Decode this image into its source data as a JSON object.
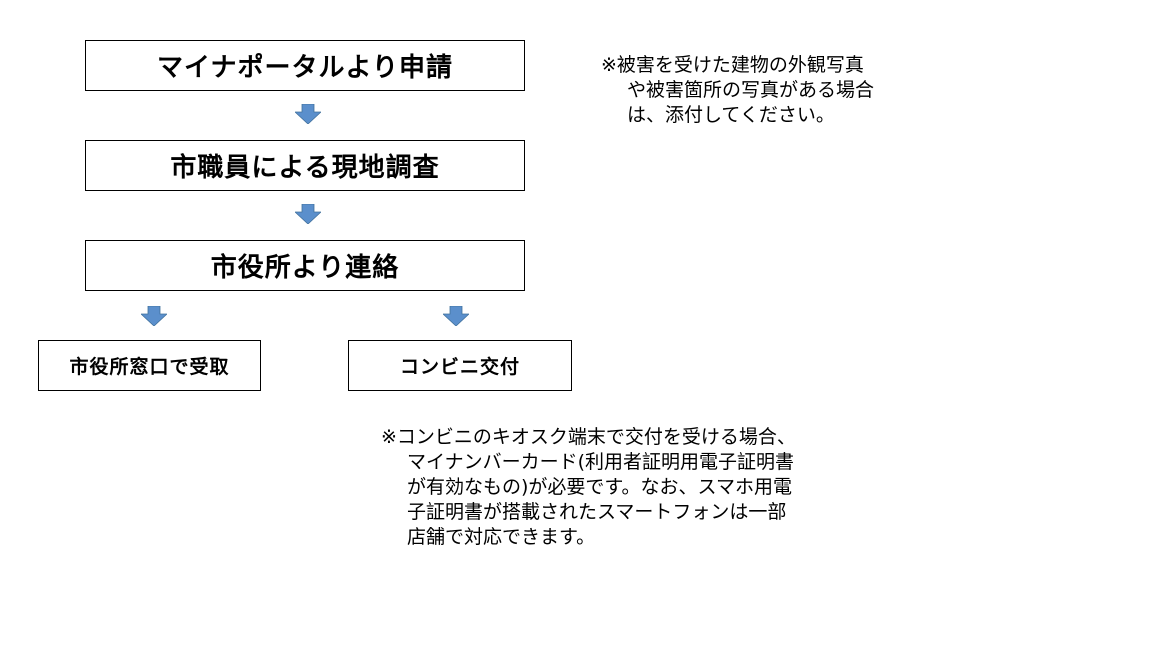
{
  "flow": {
    "step1": "マイナポータルより申請",
    "step2": "市職員による現地調査",
    "step3": "市役所より連絡",
    "branch_left": "市役所窓口で受取",
    "branch_right": "コンビニ交付"
  },
  "notes": {
    "photo_note": [
      "※被害を受けた建物の外観写真",
      "や被害箇所の写真がある場合",
      "は、添付してください。"
    ],
    "convenience_note": [
      "※コンビニのキオスク端末で交付を受ける場合、",
      "マイナンバーカード(利用者証明用電子証明書",
      "が有効なもの)が必要です。なお、スマホ用電",
      "子証明書が搭載されたスマートフォンは一部",
      "店舗で対応できます。"
    ]
  },
  "colors": {
    "arrow": "#5b8fcc",
    "arrow_edge": "#41719c"
  }
}
